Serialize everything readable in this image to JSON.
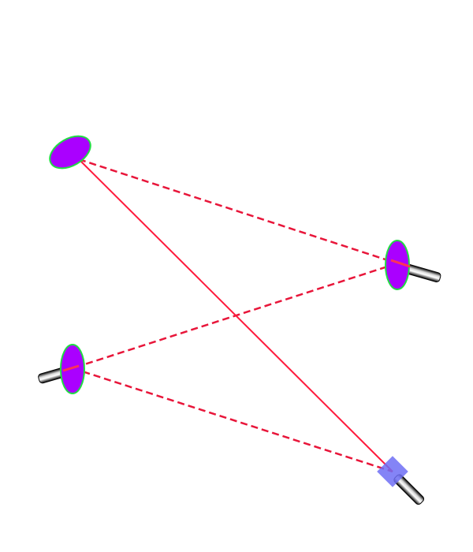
{
  "diagram": {
    "kind": "laser ring cavity",
    "colors": {
      "background": "#ffffff",
      "beam": "#ff1a3c",
      "beam_dashed": "#e8163a",
      "mirror_fill": "#aa00ff",
      "mirror_edge": "#22dd44",
      "splitter_fill": "#6f6ff5",
      "mount_dark": "#000000",
      "mount_light": "#d8d8d8"
    },
    "components": [
      {
        "id": "mirror-top-left",
        "type": "mirror",
        "has_mount": false
      },
      {
        "id": "mirror-right",
        "type": "mirror",
        "has_mount": true
      },
      {
        "id": "mirror-left",
        "type": "mirror",
        "has_mount": true
      },
      {
        "id": "beam-splitter",
        "type": "beam-splitter",
        "has_mount": true
      }
    ],
    "beams": [
      {
        "from": "mirror-top-left",
        "to": "mirror-right",
        "style": "dashed"
      },
      {
        "from": "mirror-right",
        "to": "mirror-left",
        "style": "dashed"
      },
      {
        "from": "mirror-left",
        "to": "beam-splitter",
        "style": "dashed"
      },
      {
        "from": "beam-splitter",
        "to": "mirror-top-left",
        "style": "solid"
      }
    ]
  }
}
